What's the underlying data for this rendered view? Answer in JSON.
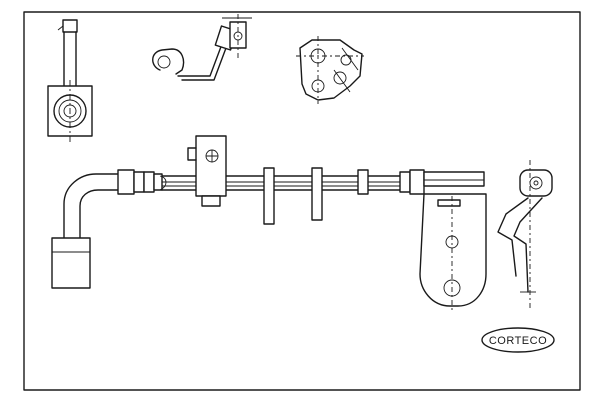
{
  "brand": {
    "logo_text": "CORTECO"
  },
  "colors": {
    "line": "#1a1a1a",
    "paper": "#ffffff"
  },
  "views": [
    {
      "name": "end-fitting-top-view"
    },
    {
      "name": "bracket-side-view"
    },
    {
      "name": "mounting-plate-view"
    },
    {
      "name": "brake-hose-main-assembly"
    }
  ]
}
